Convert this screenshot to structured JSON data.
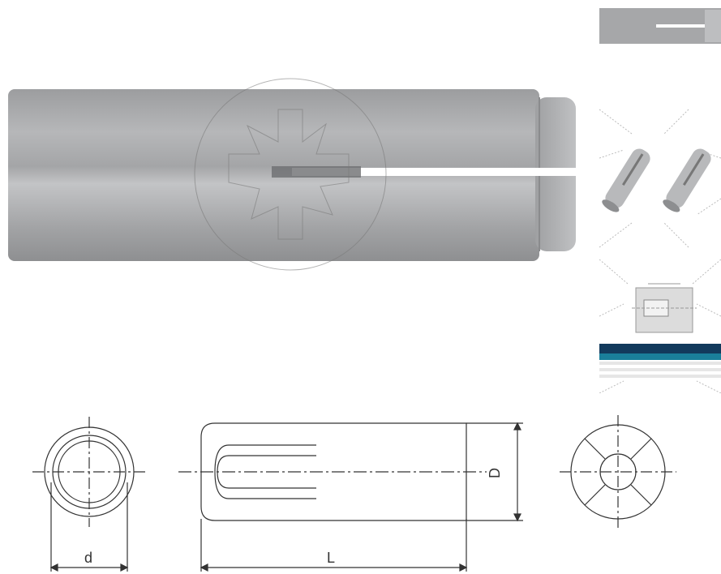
{
  "main_image": {
    "subject": "drop-in-anchor-photo",
    "watermark": "star-watermark-icon"
  },
  "thumbnails": [
    {
      "name": "thumb-anchor-side",
      "selected": true
    },
    {
      "name": "thumb-anchors-pair"
    },
    {
      "name": "thumb-install-section"
    },
    {
      "name": "thumb-spec-table"
    }
  ],
  "drawing": {
    "labels": {
      "inner_diameter": "d",
      "length": "L",
      "outer_diameter": "D"
    }
  },
  "colors": {
    "metal": "#a9aaac",
    "metal_dark": "#8a8b8d",
    "line": "#333333",
    "table_header": "#123a5c"
  }
}
